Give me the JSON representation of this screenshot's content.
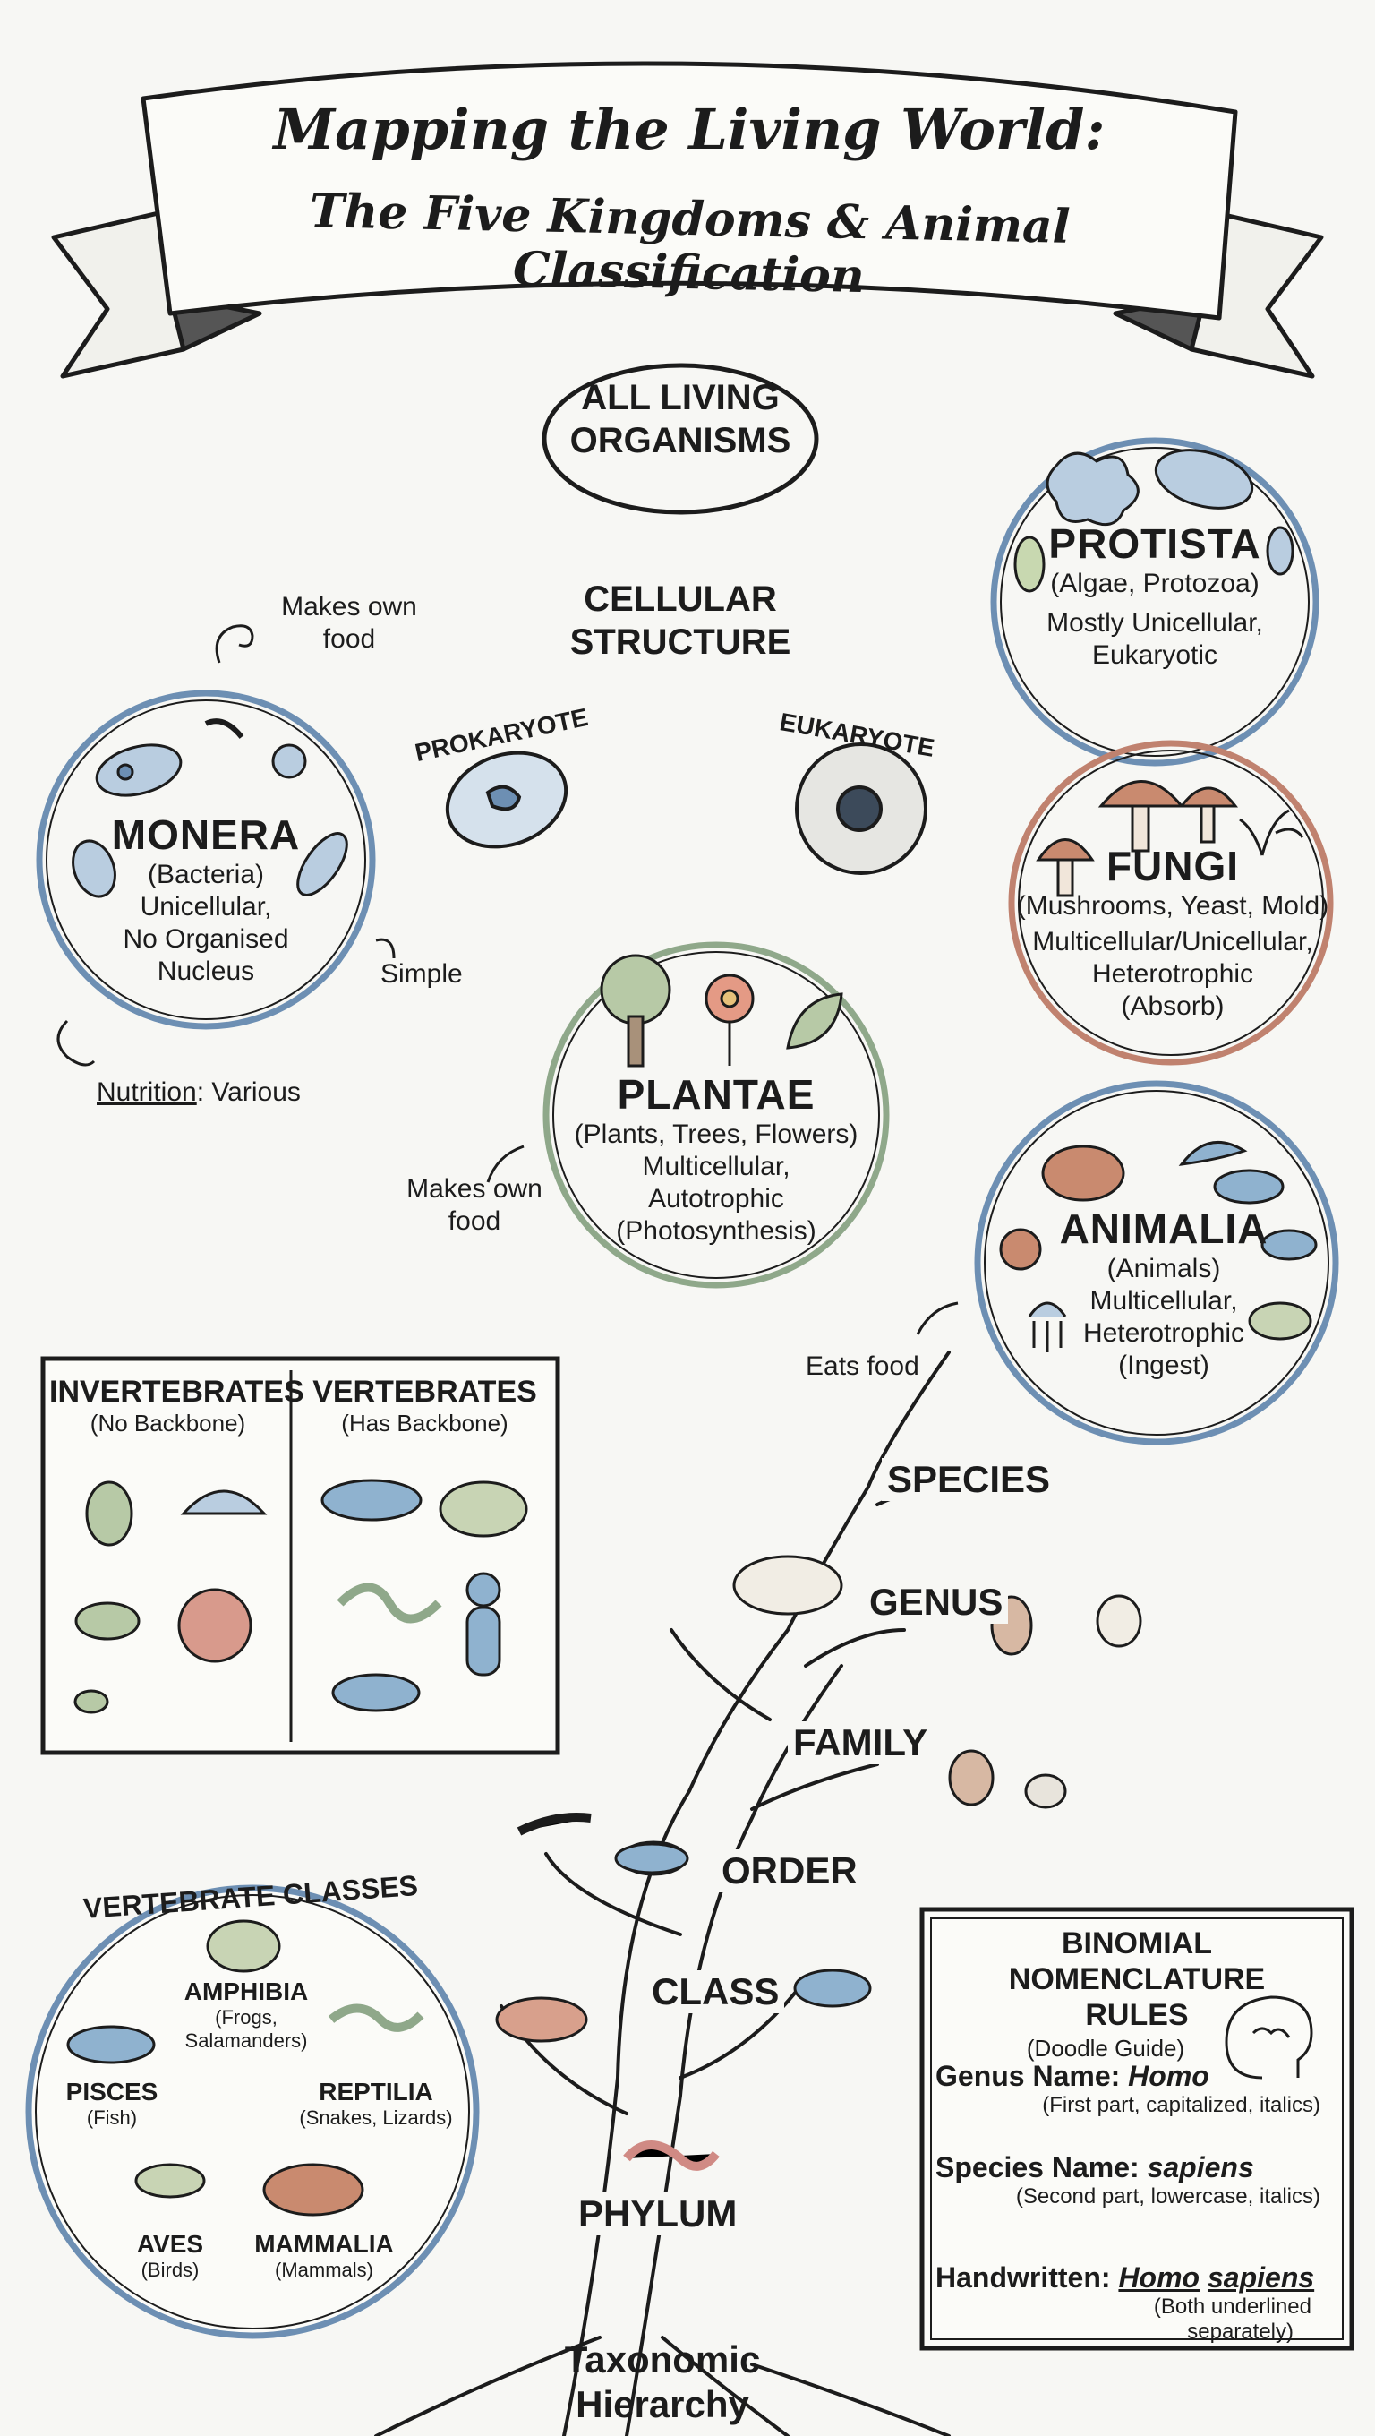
{
  "title": {
    "line1": "Mapping the Living World:",
    "line2": "The Five Kingdoms & Animal Classification"
  },
  "root": {
    "line1": "ALL LIVING",
    "line2": "ORGANISMS"
  },
  "cellular": {
    "title_line1": "CELLULAR",
    "title_line2": "STRUCTURE",
    "prokaryote": "PROKARYOTE",
    "eukaryote": "EUKARYOTE"
  },
  "kingdoms": {
    "monera": {
      "name": "MONERA",
      "sub": "(Bacteria)",
      "desc1": "Unicellular,",
      "desc2": "No Organised",
      "desc3": "Nucleus"
    },
    "protista": {
      "name": "PROTISTA",
      "sub": "(Algae, Protozoa)",
      "desc1": "Mostly Unicellular,",
      "desc2": "Eukaryotic"
    },
    "fungi": {
      "name": "FUNGI",
      "sub": "(Mushrooms, Yeast, Mold)",
      "desc1": "Multicellular/Unicellular,",
      "desc2": "Heterotrophic",
      "desc3": "(Absorb)"
    },
    "plantae": {
      "name": "PLANTAE",
      "sub": "(Plants, Trees, Flowers)",
      "desc1": "Multicellular,",
      "desc2": "Autotrophic",
      "desc3": "(Photosynthesis)"
    },
    "animalia": {
      "name": "ANIMALIA",
      "sub": "(Animals)",
      "desc1": "Multicellular,",
      "desc2": "Heterotrophic",
      "desc3": "(Ingest)"
    }
  },
  "notes": {
    "makes_food_1a": "Makes own",
    "makes_food_1b": "food",
    "simple": "Simple",
    "nutrition_label": "Nutrition",
    "nutrition_value": ": Various",
    "makes_food_2a": "Makes own",
    "makes_food_2b": "food",
    "eats_food": "Eats food"
  },
  "backbone": {
    "inv_title": "INVERTEBRATES",
    "inv_sub": "(No Backbone)",
    "vert_title": "VERTEBRATES",
    "vert_sub": "(Has Backbone)"
  },
  "taxonomy": {
    "levels": [
      "SPECIES",
      "GENUS",
      "FAMILY",
      "ORDER",
      "CLASS",
      "PHYLUM"
    ],
    "footer1": "Taxonomic",
    "footer2": "Hierarchy"
  },
  "vertebrate_classes": {
    "title": "VERTEBRATE CLASSES",
    "amphibia": {
      "name": "AMPHIBIA",
      "sub1": "(Frogs,",
      "sub2": "Salamanders)"
    },
    "pisces": {
      "name": "PISCES",
      "sub": "(Fish)"
    },
    "reptilia": {
      "name": "REPTILIA",
      "sub": "(Snakes, Lizards)"
    },
    "aves": {
      "name": "AVES",
      "sub": "(Birds)"
    },
    "mammalia": {
      "name": "MAMMALIA",
      "sub": "(Mammals)"
    }
  },
  "binomial": {
    "title1": "BINOMIAL NOMENCLATURE",
    "title2": "RULES",
    "subtitle": "(Doodle Guide)",
    "genus_label": "Genus Name: ",
    "genus_value": "Homo",
    "genus_note": "(First part, capitalized, italics)",
    "species_label": "Species Name: ",
    "species_value": "sapiens",
    "species_note": "(Second part, lowercase, italics)",
    "hand_label": "Handwritten: ",
    "hand_genus": "Homo",
    "hand_species": "sapiens",
    "hand_note1": "(Both underlined",
    "hand_note2": "separately)"
  },
  "colors": {
    "blue_ring": "#6d8fb3",
    "red_ring": "#c0826f",
    "green_ring": "#8fa88a",
    "ink": "#1c1c1c",
    "fish_blue": "#8fb2cf",
    "mushroom": "#c98a6f"
  }
}
